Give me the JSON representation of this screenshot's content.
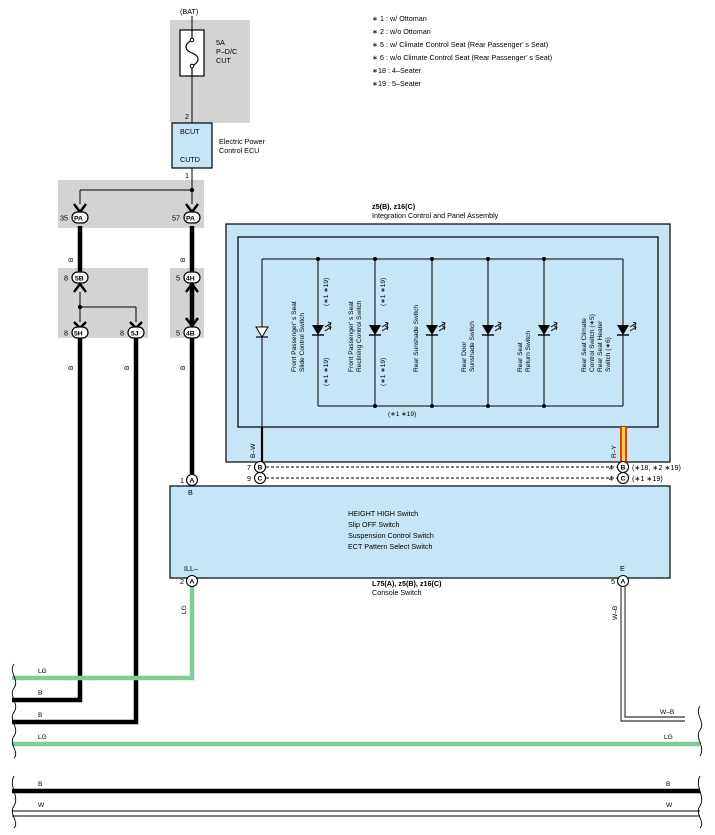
{
  "notes": [
    "∗ 1 : w/ Ottoman",
    "∗ 2 : w/o Ottoman",
    "∗ 5 : w/ Climate Control Seat  (Rear Passenger’ s Seat)",
    "∗ 6 : w/o Climate Control Seat  (Rear Passenger’ s Seat)",
    "∗18 : 4–Seater",
    "∗19 : 5–Seater"
  ],
  "fuse": {
    "source": "(BAT)",
    "rating": "5A",
    "name_line1": "P–D/C",
    "name_line2": "CUT",
    "pin": "2"
  },
  "ecu": {
    "pin_top": "BCUT",
    "pin_bottom": "CUTD",
    "label_line1": "Electric Power",
    "label_line2": "Control ECU",
    "out_pin": "1"
  },
  "connectors": {
    "pa_left": {
      "id": "PA",
      "pin": "35"
    },
    "pa_right": {
      "id": "PA",
      "pin": "57"
    },
    "c5b": {
      "id": "5B",
      "pin": "8"
    },
    "c4h": {
      "id": "4H",
      "pin": "5"
    },
    "c5h": {
      "id": "5H",
      "pin": "8"
    },
    "c5j": {
      "id": "5J",
      "pin": "8"
    },
    "c4b": {
      "id": "4B",
      "pin": "5"
    }
  },
  "wire_colors": {
    "b": "B",
    "lg": "LG",
    "bw": "B–W",
    "ry": "R–Y",
    "wb": "W–B",
    "w": "W"
  },
  "panel": {
    "code": "z5(B), z16(C)",
    "name": "Integration Control  and Panel Assembly",
    "switches": [
      "Front Passenger’ s Seat|Slide Control Switch",
      "Front Passenger’ s Seat|Reclining Control Switch",
      "Rear Sunshade Switch",
      "Rear Door|Sunshade Switch",
      "Rear Seat|Return Switch",
      "Rear Seat Climate|Control Switch (∗5)|Rear Seat Heater|Switch (∗6)"
    ],
    "led_note_top": "(∗1 ∗19)",
    "led_note_side": "(∗1 ∗19)",
    "bus_note": "(∗1 ∗19)",
    "pin_b_left": "7",
    "pin_c_left": "9",
    "pin_b_right": "4",
    "pin_c_right": "4",
    "letter_b": "B",
    "letter_c": "C",
    "note_b_right": "(∗18,  ∗2 ∗19)",
    "note_c_right": "(∗1 ∗19)"
  },
  "console": {
    "code": "L75(A), z5(B), z16(C)",
    "name": "Console Switch",
    "functions": [
      "HEIGHT HIGH Switch",
      "Slip OFF Switch",
      "Suspension Control Switch",
      "ECT Pattern Select Switch"
    ],
    "pin_b_num": "1",
    "pin_b_letter": "A",
    "pin_b_label": "B",
    "pin_ill_num": "2",
    "pin_ill_letter": "A",
    "pin_ill_label": "ILL–",
    "pin_e_num": "5",
    "pin_e_letter": "A",
    "pin_e_label": "E"
  },
  "colors": {
    "wire_black": "#000000",
    "wire_lg": "#7fcc9a",
    "wire_ry_red": "#d83a2c",
    "wire_ry_yellow": "#ffd23a",
    "component_fill": "#c5e6f6",
    "shade": "#d3d3d3"
  }
}
